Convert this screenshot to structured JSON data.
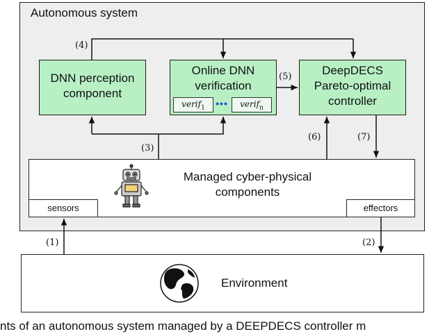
{
  "system": {
    "title": "Autonomous system"
  },
  "boxes": {
    "dnn_perception": {
      "line1": "DNN perception",
      "line2": "component"
    },
    "online_verification": {
      "line1": "Online DNN",
      "line2": "verification",
      "verif1": "verif",
      "verif1_sub": "1",
      "dots": "•••",
      "verifn": "verif",
      "verifn_sub": "n"
    },
    "controller": {
      "line1": "DeepDECS",
      "line2": "Pareto-optimal",
      "line3": "controller"
    },
    "managed": {
      "line1": "Managed cyber-physical",
      "line2": "components"
    },
    "sensors": "sensors",
    "effectors": "effectors",
    "environment": "Environment"
  },
  "labels": {
    "l1": "(1)",
    "l2": "(2)",
    "l3": "(3)",
    "l4": "(4)",
    "l5": "(5)",
    "l6": "(6)",
    "l7": "(7)"
  },
  "icons": [
    "robot-icon",
    "globe-icon",
    "arrow-icon"
  ],
  "colors": {
    "component_fill": "#b8f0c4",
    "outer_fill": "#eeeeee",
    "dots": "#1f4fd6"
  },
  "caption": "nts of an autonomous system managed by a DEEPDECS controller m"
}
